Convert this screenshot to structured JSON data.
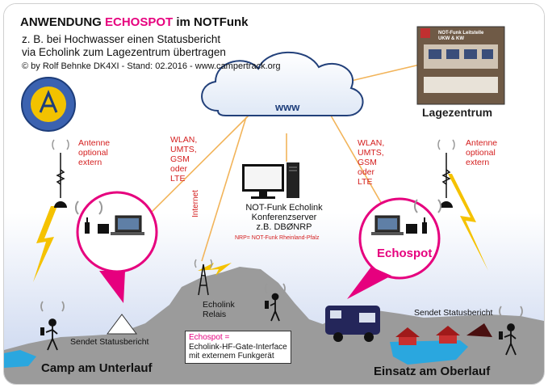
{
  "header": {
    "title_prefix": "ANWENDUNG",
    "title_highlight": "ECHOSPOT",
    "title_suffix": "im NOTFunk",
    "line1": "z. B. bei Hochwasser einen Statusbericht",
    "line2": "via Echolink zum Lagezentrum übertragen",
    "credit": "© by Rolf Behnke DK4XI - Stand: 02.2016 - www.campertrack.org"
  },
  "cloud": {
    "label": "www"
  },
  "lagezentrum": {
    "label": "Lagezentrum",
    "photo_caption_1": "NOT-Funk Leitstelle",
    "photo_caption_2": "UKW & KW"
  },
  "left_side": {
    "antenna_note": [
      "Antenne",
      "optional",
      "extern"
    ],
    "links": [
      "WLAN,",
      "UMTS,",
      "GSM",
      "oder",
      "LTE"
    ],
    "status_text": "Sendet Statusbericht",
    "place": "Camp am Unterlauf"
  },
  "right_side": {
    "antenna_note": [
      "Antenne",
      "optional",
      "extern"
    ],
    "links": [
      "WLAN,",
      "UMTS,",
      "GSM",
      "oder",
      "LTE"
    ],
    "status_text": "Sendet Statusbericht",
    "echospot": "Echospot",
    "place": "Einsatz am Oberlauf"
  },
  "server": {
    "line1": "NOT-Funk Echolink",
    "line2": "Konferenzserver",
    "line3": "z.B. DBØNRP",
    "note": "NRP= NOT-Funk Rheinland-Pfalz"
  },
  "middle": {
    "internet": "Internet",
    "relay_1": "Echolink",
    "relay_2": "Relais"
  },
  "gate_box": {
    "line1": "Echospot =",
    "line2": "Echolink-HF-Gate-Interface",
    "line3": "mit externem Funkgerät"
  },
  "colors": {
    "magenta": "#e6007e",
    "sky_top": "#b8c8e8",
    "hill": "#9b9b9b",
    "water": "#2aa7df",
    "link_line": "#f2b45a",
    "lightning": "#f5c200",
    "label_red": "#d41e1e"
  }
}
